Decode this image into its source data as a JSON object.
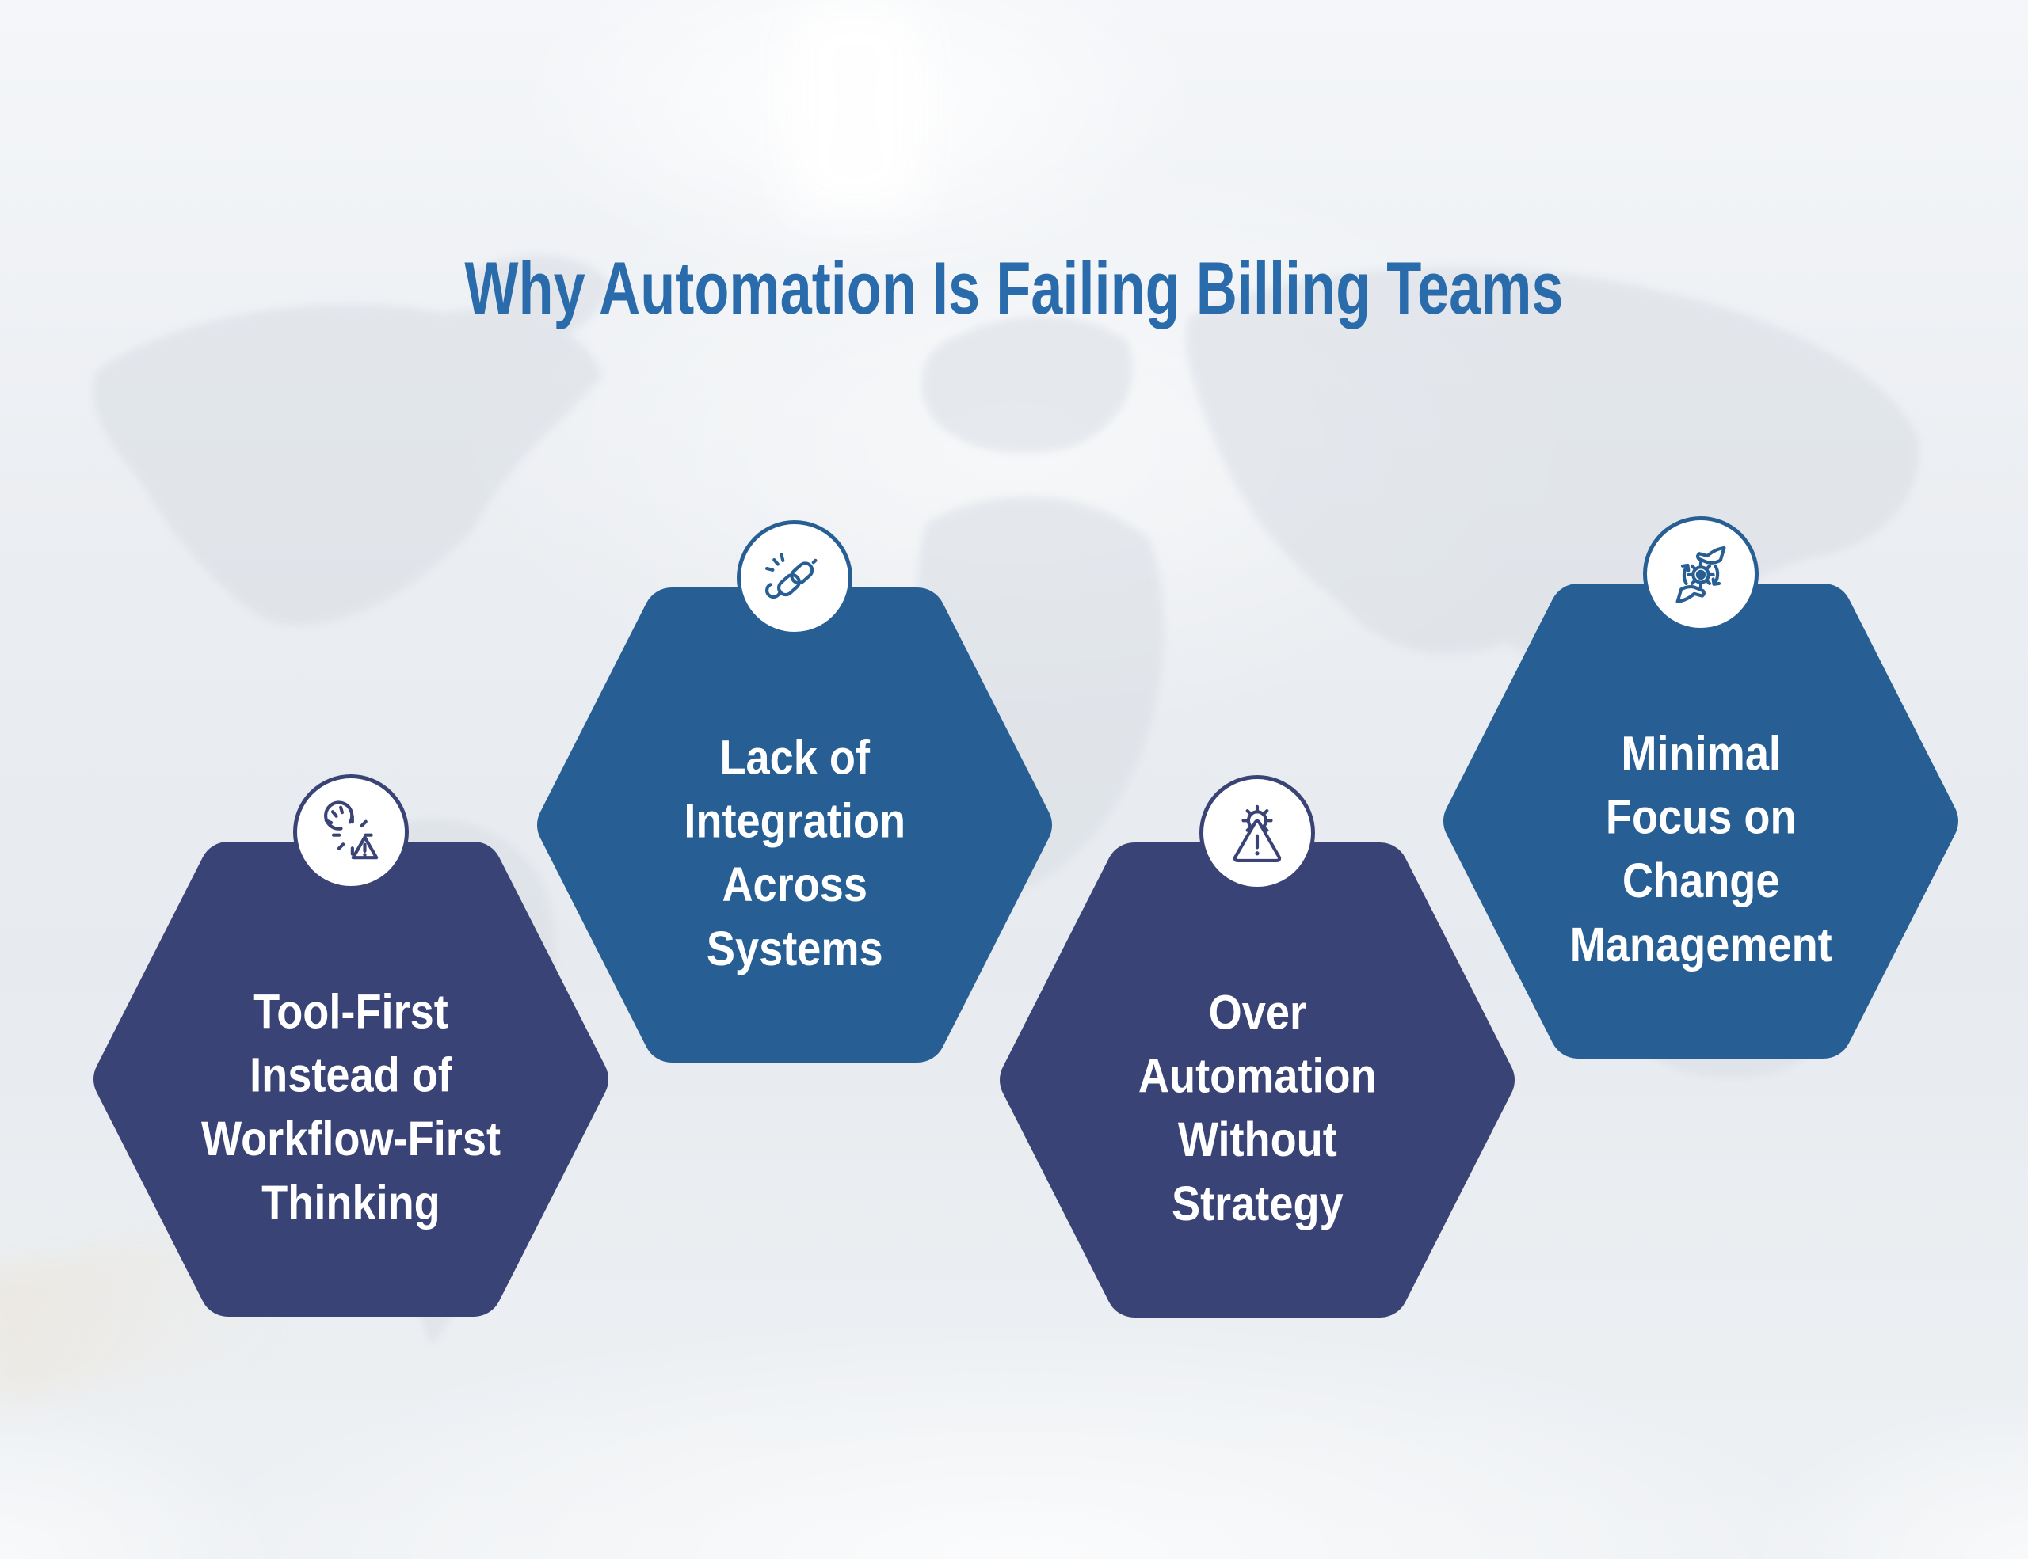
{
  "title": {
    "text": "Why Automation Is Failing Billing Teams",
    "color": "#2a6cab"
  },
  "palette": {
    "navy_hexagon": "#3a4375",
    "steel_hexagon": "#275f94",
    "card_text": "#ffffff",
    "icon_circle_background": "#ffffff",
    "page_background": "#eceff3",
    "map_silhouette": "#d9dee4"
  },
  "cards": [
    {
      "name": "tool-first-instead-of-workflow-first-thinking",
      "icon": "broken-gear-warning-icon",
      "color": "#3a4375",
      "label": "Tool-First\nInstead of\nWorkflow-First\nThinking"
    },
    {
      "name": "lack-of-integration-across-systems",
      "icon": "broken-chain-icon",
      "color": "#275f94",
      "label": "Lack of\nIntegration\nAcross\nSystems"
    },
    {
      "name": "over-automation-without-strategy",
      "icon": "gear-warning-icon",
      "color": "#3a4375",
      "label": "Over\nAutomation\nWithout\nStrategy"
    },
    {
      "name": "minimal-focus-on-change-management",
      "icon": "hands-gear-cycle-icon",
      "color": "#275f94",
      "label": "Minimal\nFocus on\nChange\nManagement"
    }
  ]
}
